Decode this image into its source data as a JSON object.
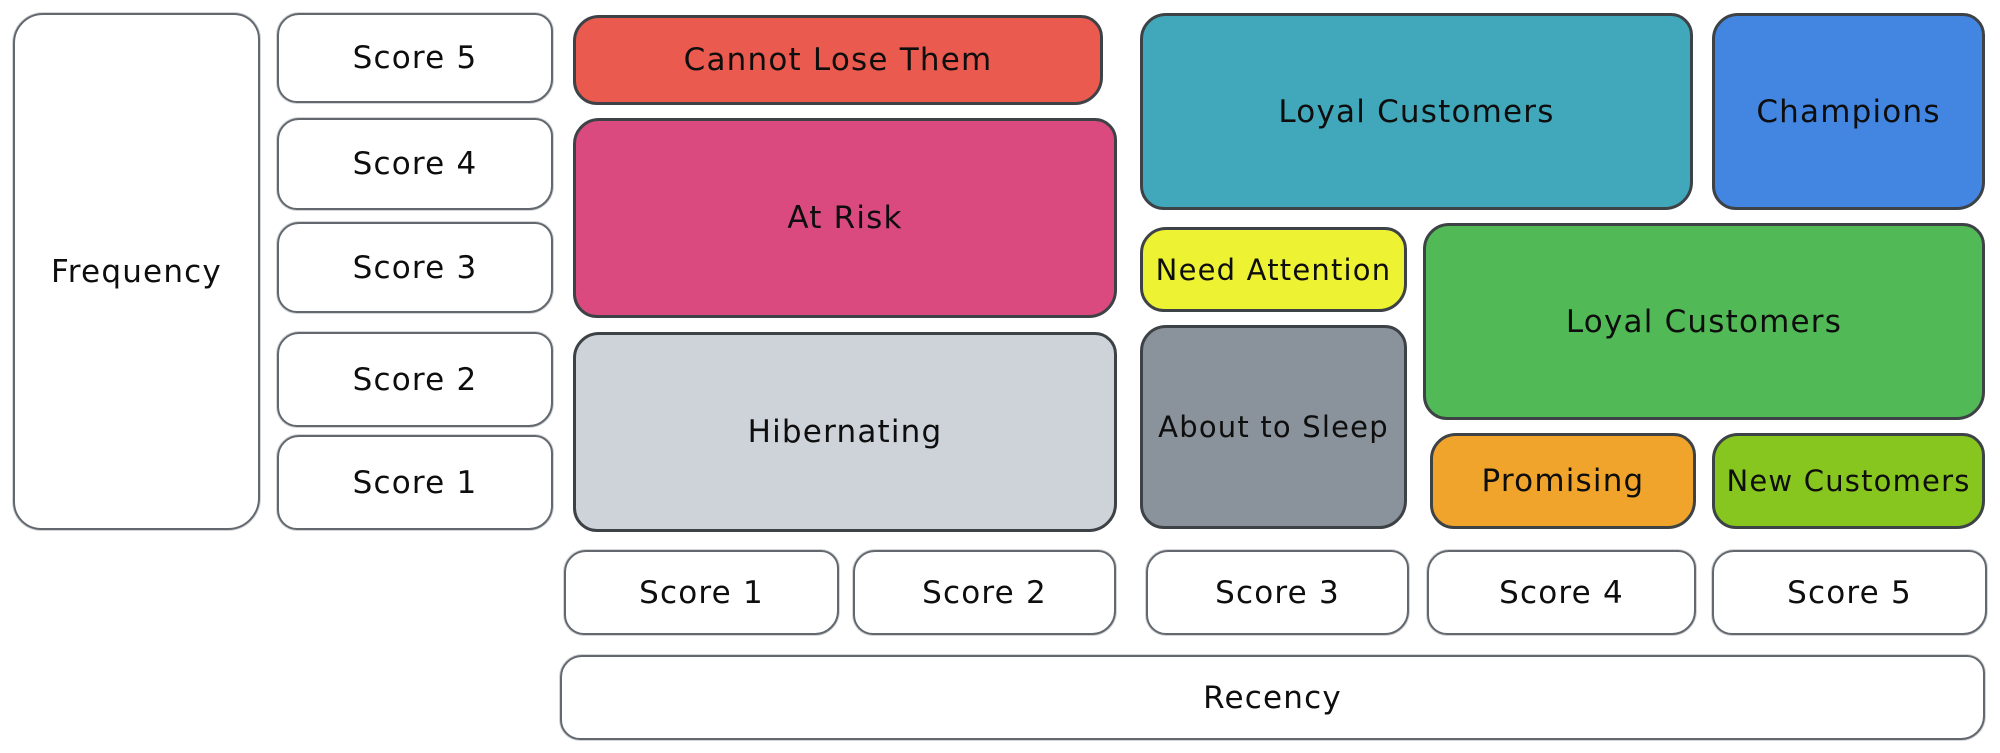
{
  "diagram": {
    "type": "rfm-segmentation-matrix",
    "frequency_axis": {
      "label": "Frequency",
      "scores": [
        "Score 5",
        "Score 4",
        "Score 3",
        "Score 2",
        "Score 1"
      ]
    },
    "recency_axis": {
      "label": "Recency",
      "scores": [
        "Score 1",
        "Score 2",
        "Score 3",
        "Score 4",
        "Score 5"
      ]
    },
    "segments": {
      "cannot_lose_them": {
        "label": "Cannot Lose Them",
        "color": "#eb5a4f",
        "recency": "1-2",
        "frequency": "5"
      },
      "at_risk": {
        "label": "At Risk",
        "color": "#da4a7e",
        "recency": "1-2",
        "frequency": "3-4"
      },
      "hibernating": {
        "label": "Hibernating",
        "color": "#ced3da",
        "recency": "1-2",
        "frequency": "1-2"
      },
      "loyal_customers_top": {
        "label": "Loyal Customers",
        "color": "#41a8bb",
        "recency": "3-4",
        "frequency": "4-5"
      },
      "champions": {
        "label": "Champions",
        "color": "#4286e2",
        "recency": "5",
        "frequency": "4-5"
      },
      "need_attention": {
        "label": "Need Attention",
        "color": "#edf233",
        "recency": "3",
        "frequency": "3"
      },
      "loyal_customers_mid": {
        "label": "Loyal Customers",
        "color": "#51b955",
        "recency": "4-5",
        "frequency": "2-3"
      },
      "about_to_sleep": {
        "label": "About to Sleep",
        "color": "#8a929b",
        "recency": "3",
        "frequency": "1-2"
      },
      "promising": {
        "label": "Promising",
        "color": "#f0a42b",
        "recency": "4",
        "frequency": "1"
      },
      "new_customers": {
        "label": "New Customers",
        "color": "#87c61f",
        "recency": "5",
        "frequency": "1"
      }
    },
    "text_color": "#0e0e0e",
    "background_color": "#ffffff"
  }
}
